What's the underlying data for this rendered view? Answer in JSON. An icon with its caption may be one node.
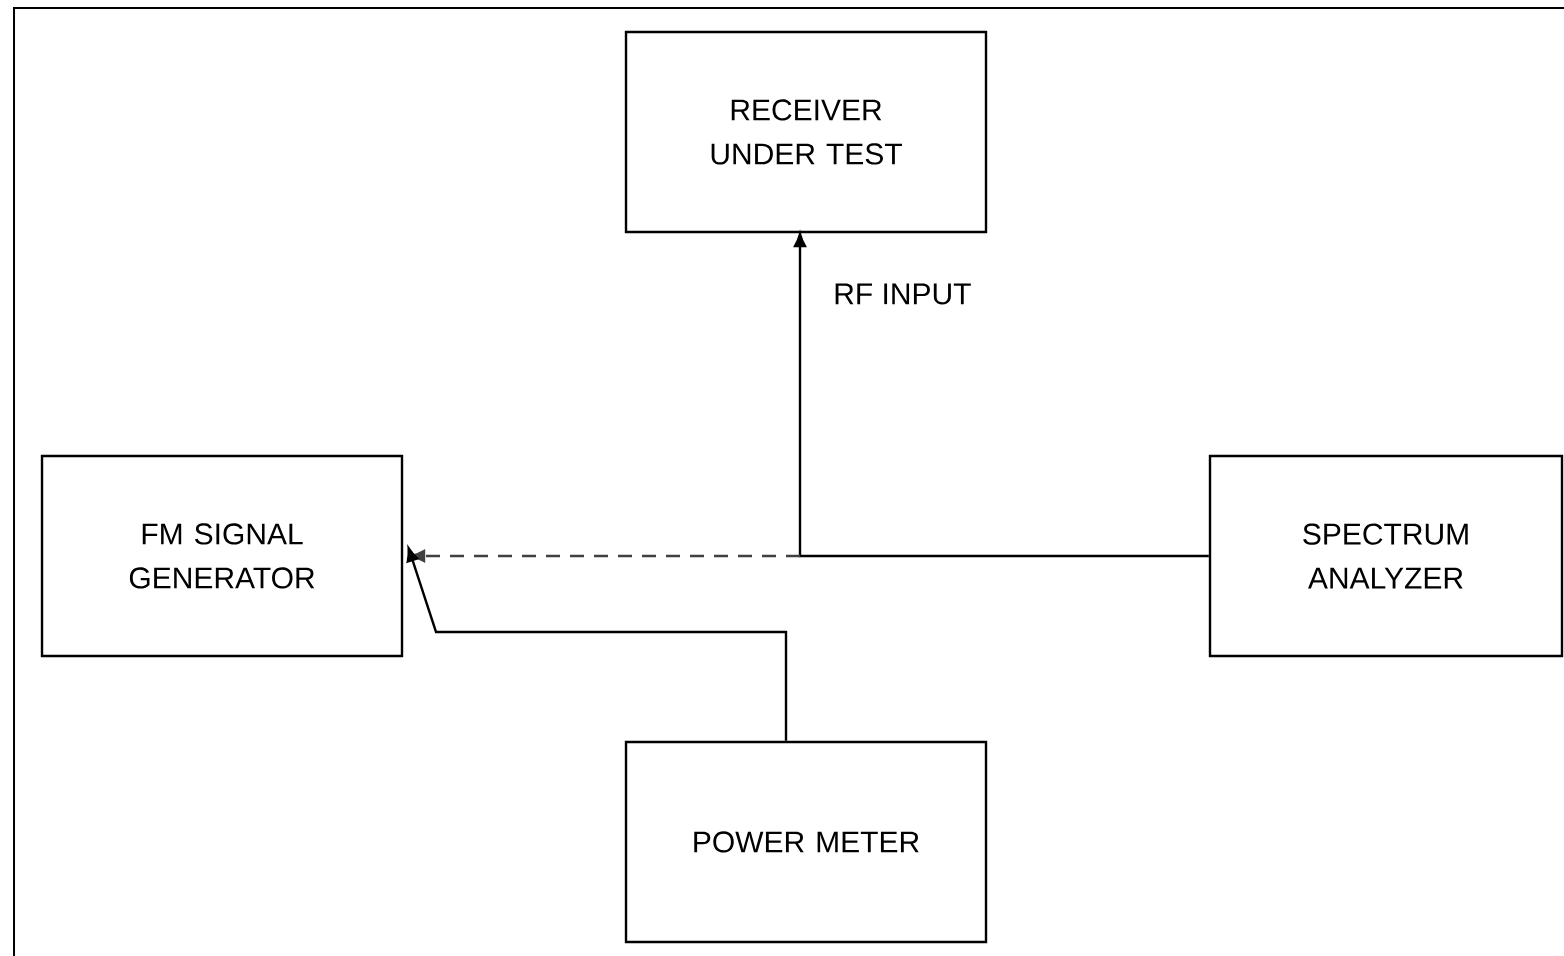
{
  "diagram": {
    "nodes": [
      {
        "text": [
          "RECEIVER UNDER TEST"
        ]
      },
      {
        "text": [
          "FM SIGNAL GENERATOR"
        ]
      },
      {
        "text": [
          "SPECTRUM ANALYZER"
        ]
      },
      {
        "text": [
          "POWER METER"
        ]
      }
    ],
    "edges": [
      {
        "from": 2,
        "to": 0,
        "arrow": "to",
        "label": "RF INPUT"
      },
      {
        "from": null,
        "to": 1,
        "arrow": "to",
        "style": "dashed"
      },
      {
        "from": 3,
        "to": 1,
        "arrow": "to"
      }
    ]
  }
}
